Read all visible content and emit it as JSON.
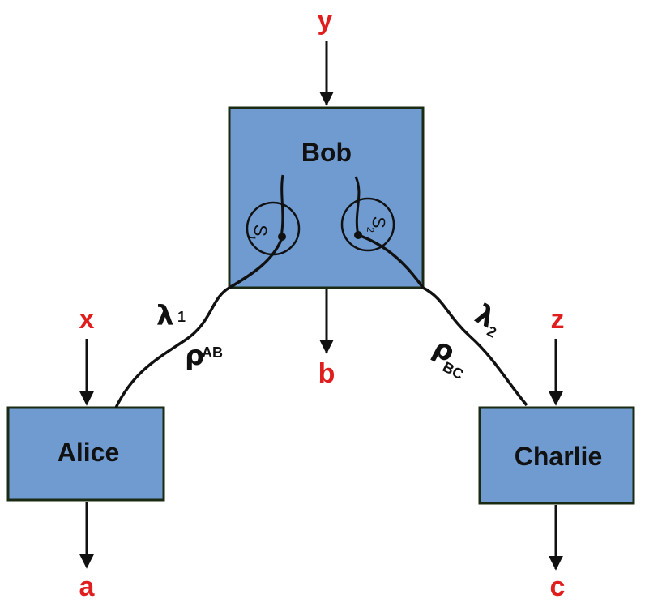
{
  "parties": {
    "bob": {
      "label": "Bob",
      "input": "y",
      "output": "b"
    },
    "alice": {
      "label": "Alice",
      "input": "x",
      "output": "a"
    },
    "charlie": {
      "label": "Charlie",
      "input": "z",
      "output": "c"
    }
  },
  "sources": {
    "s1": {
      "letter": "S",
      "index": "1"
    },
    "s2": {
      "letter": "S",
      "index": "2"
    }
  },
  "links": {
    "ab": {
      "hidden_var": "λ",
      "hidden_index": "1",
      "state": "ρ",
      "state_index": "AB"
    },
    "bc": {
      "hidden_var": "λ",
      "hidden_index": "2",
      "state": "ρ",
      "state_index": "BC"
    }
  },
  "colors": {
    "box_fill": "#6f9bd1",
    "box_stroke": "#1b2a12",
    "io_text": "#e01e1e",
    "line": "#111111"
  }
}
